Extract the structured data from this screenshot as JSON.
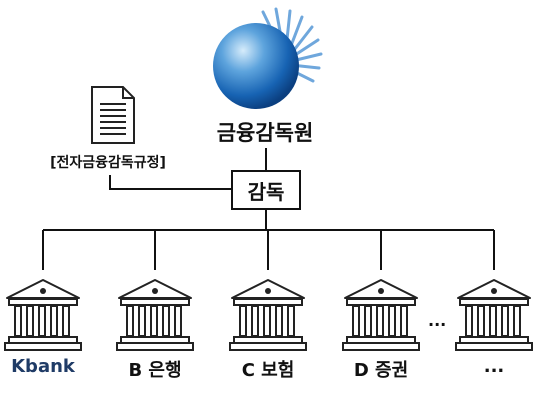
{
  "regulator": {
    "name": "금융감독원"
  },
  "regulation": {
    "caption": "[전자금융감독규정]"
  },
  "relation": {
    "label": "감독"
  },
  "institutions": [
    {
      "label": "Kbank",
      "color": "#1f3b66"
    },
    {
      "label": "B 은행"
    },
    {
      "label": "C 보험"
    },
    {
      "label": "D 증권"
    },
    {
      "label": "..."
    }
  ],
  "more_marker": "...",
  "colors": {
    "logo_blue_dark": "#0b4a8f",
    "logo_blue_light": "#6fa7dc",
    "line": "#111111"
  },
  "icons": [
    "logo-icon",
    "document-icon",
    "bank-building-icon"
  ]
}
